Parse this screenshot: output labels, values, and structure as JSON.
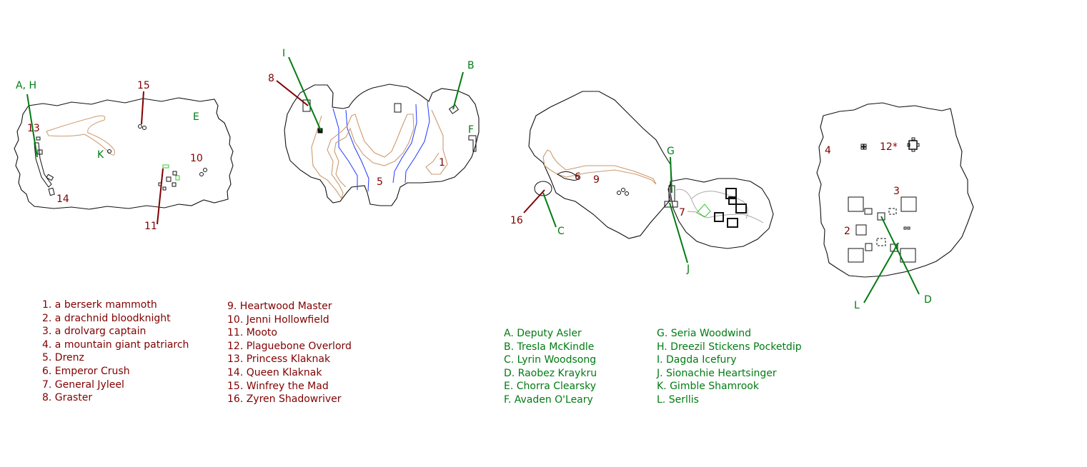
{
  "colors": {
    "enemy": "#800000",
    "ally": "#007c12",
    "outline": "#111111",
    "path": "#cc9a6e",
    "river": "#1f37ff",
    "structure_green": "#32c832"
  },
  "map_labels": {
    "pointer_m1_ah": "A, H",
    "pointer_m1_15": "15",
    "m1_e": "E",
    "m1_13": "13",
    "m1_k": "K",
    "m1_10": "10",
    "m1_14": "14",
    "pointer_m1_11": "11",
    "pointer_m2_i": "I",
    "pointer_m2_8": "8",
    "pointer_m2_b": "B",
    "m2_f": "F",
    "m2_5": "5",
    "m2_1": "1",
    "pointer_m3_g": "G",
    "m3_6": "6",
    "m3_9": "9",
    "m3_7": "7",
    "pointer_m3_16": "16",
    "pointer_m3_c": "C",
    "pointer_m3_j": "J",
    "m4_4": "4",
    "m4_12": "12*",
    "m4_3": "3",
    "m4_2": "2",
    "pointer_m4_l": "L",
    "pointer_m4_d": "D"
  },
  "legend_bosses_a": [
    "1. a berserk mammoth",
    "2. a drachnid bloodknight",
    "3. a drolvarg captain",
    "4. a mountain giant patriarch",
    "5. Drenz",
    "6. Emperor Crush",
    "7. General Jyleel",
    "8. Graster"
  ],
  "legend_bosses_b": [
    "9. Heartwood Master",
    "10. Jenni Hollowfield",
    "11. Mooto",
    "12. Plaguebone Overlord",
    "13. Princess Klaknak",
    "14. Queen Klaknak",
    "15. Winfrey the Mad",
    "16. Zyren Shadowriver"
  ],
  "legend_npcs_a": [
    "A. Deputy Asler",
    "B. Tresla McKindle",
    "C. Lyrin Woodsong",
    "D. Raobez Kraykru",
    "E. Chorra Clearsky",
    "F. Avaden O'Leary"
  ],
  "legend_npcs_b": [
    "G. Seria Woodwind",
    "H. Dreezil Stickens Pocketdip",
    "I. Dagda Icefury",
    "J. Sionachie Heartsinger",
    "K. Gimble Shamrook",
    "L. Serllis"
  ]
}
